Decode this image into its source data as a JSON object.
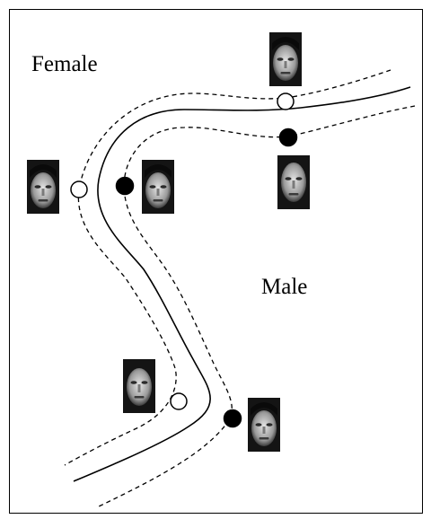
{
  "labels": {
    "female": "Female",
    "male": "Male"
  },
  "colors": {
    "stroke": "#000000",
    "background": "#ffffff",
    "filled_point": "#000000",
    "open_point": "#ffffff",
    "face_bg": "#1a1a1a"
  },
  "faces": [
    {
      "id": "female-face-top",
      "kind": "female"
    },
    {
      "id": "male-face-top-right",
      "kind": "male"
    },
    {
      "id": "female-face-left",
      "kind": "female"
    },
    {
      "id": "male-face-middle",
      "kind": "male"
    },
    {
      "id": "female-face-bottom",
      "kind": "female"
    },
    {
      "id": "male-face-bottom-right",
      "kind": "male"
    }
  ],
  "support_vectors": [
    {
      "class": "female",
      "style": "open"
    },
    {
      "class": "male",
      "style": "filled"
    },
    {
      "class": "female",
      "style": "open"
    },
    {
      "class": "male",
      "style": "filled"
    },
    {
      "class": "female",
      "style": "open"
    },
    {
      "class": "male",
      "style": "filled"
    }
  ]
}
